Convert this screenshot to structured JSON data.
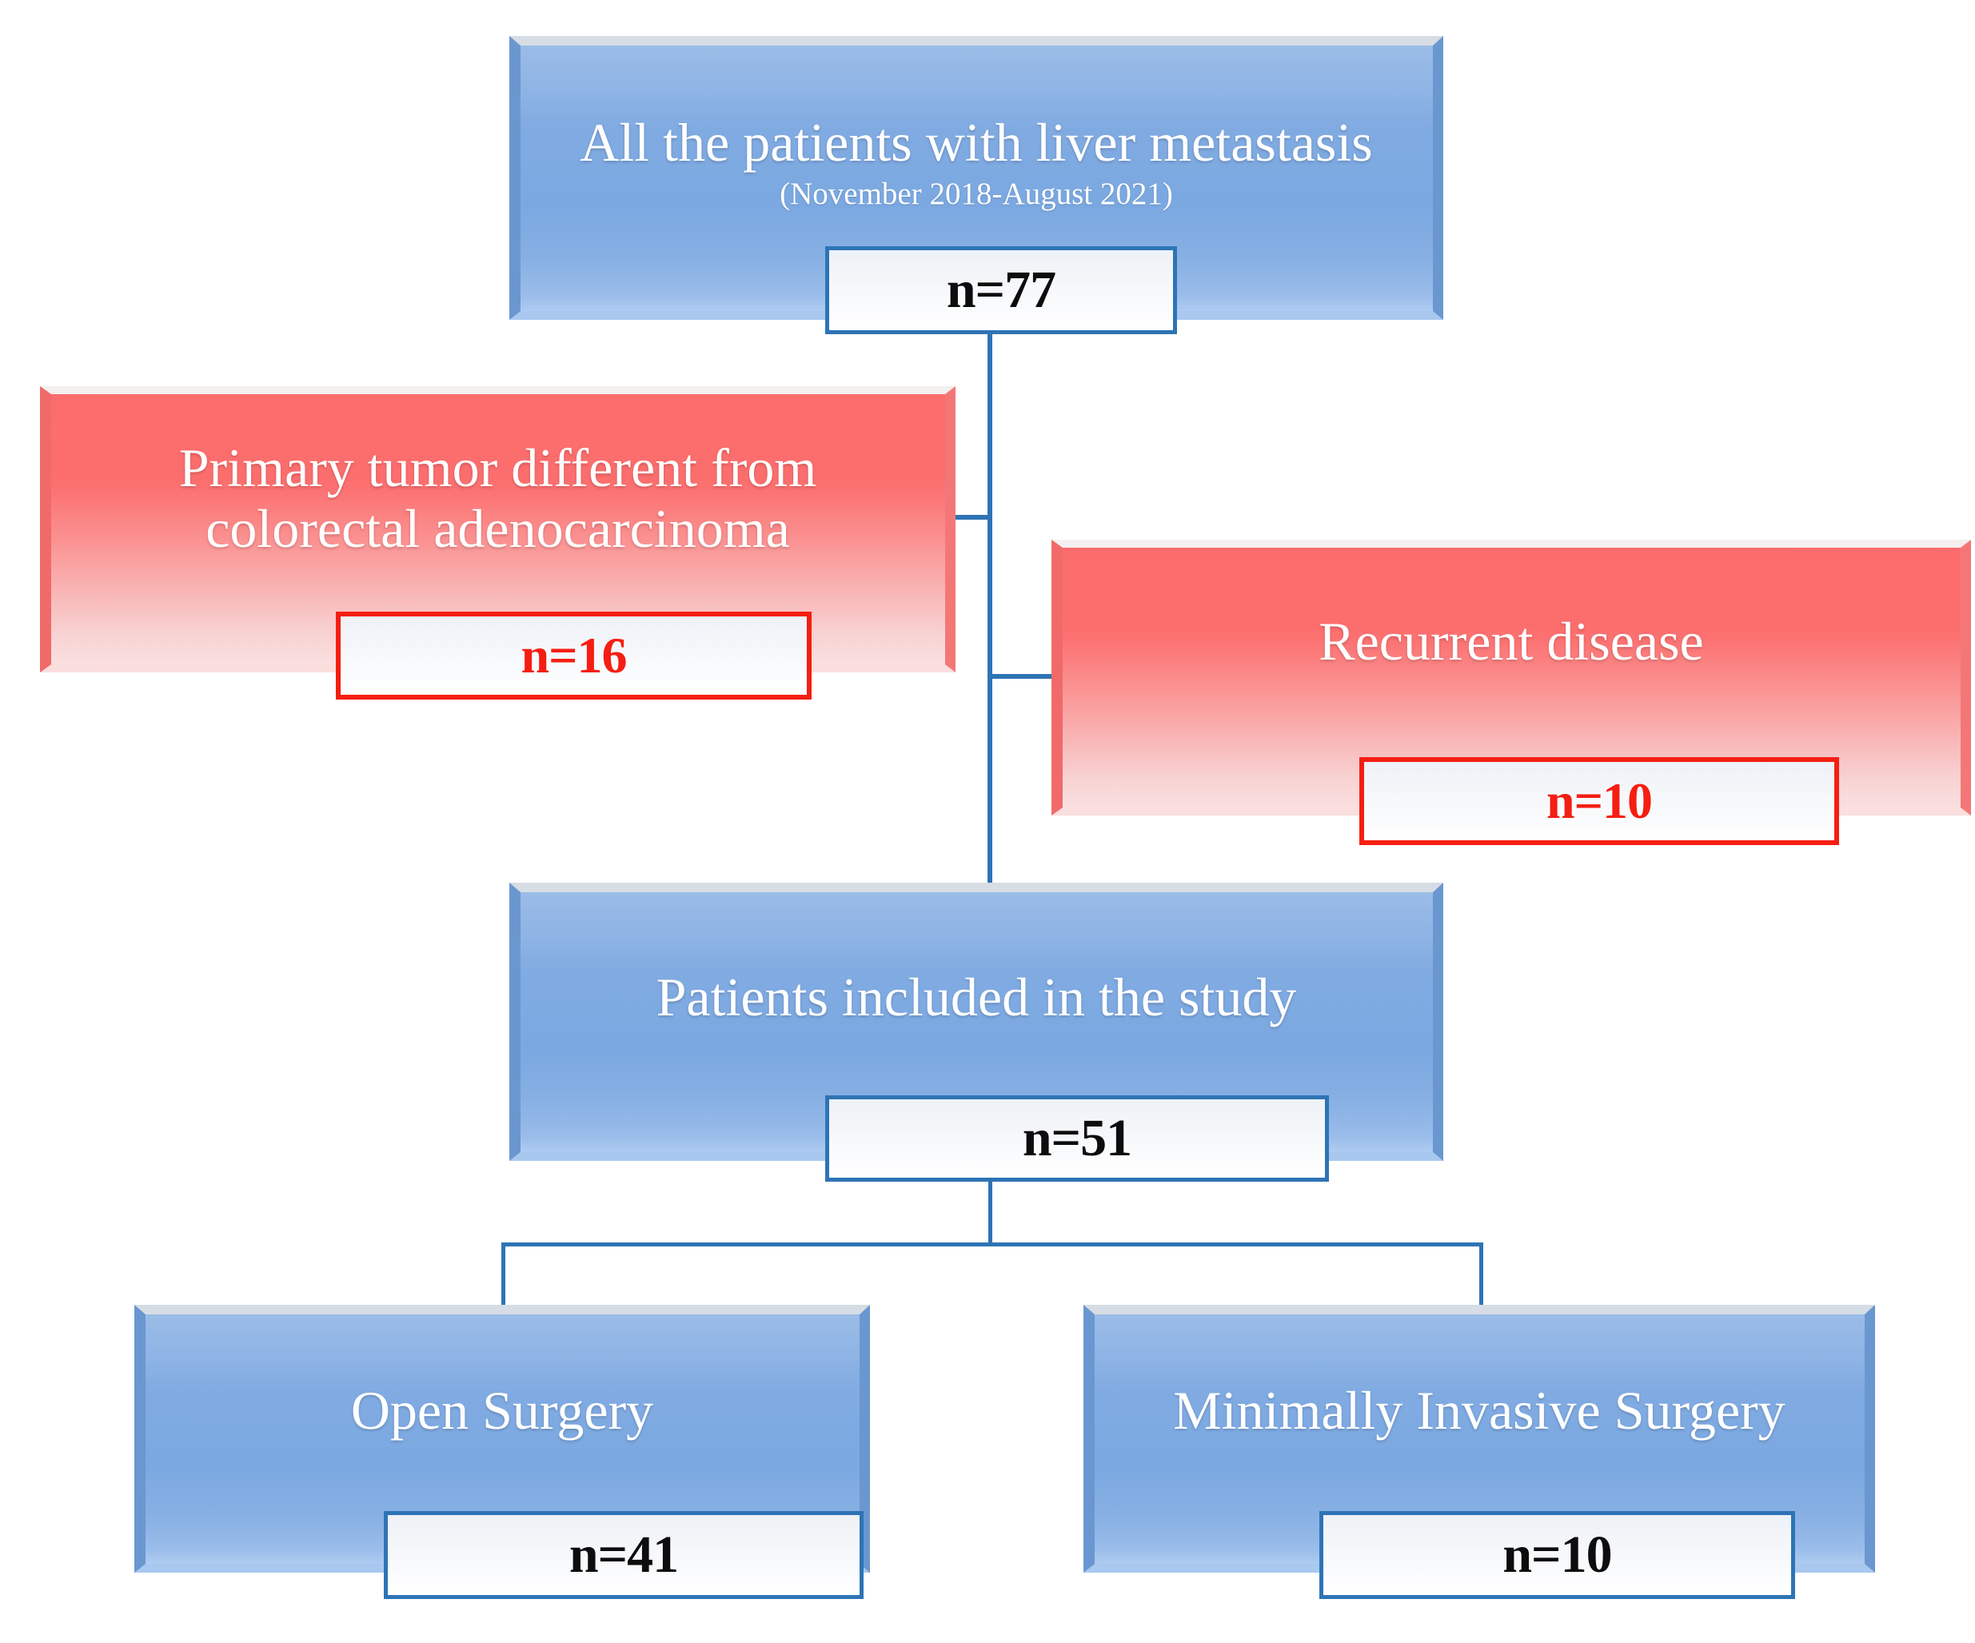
{
  "diagram": {
    "type": "patient-flow-chart",
    "accent_blue": "#2E74B5",
    "accent_red": "#f51e12",
    "box_blue": "#7ba8e1",
    "box_red": "#fc5a5a",
    "nodes": {
      "all_patients": {
        "title": "All the patients with liver metastasis",
        "subtitle": "(November 2018-August 2021)",
        "count_label": "n=77"
      },
      "primary_tumor_excluded": {
        "title": "Primary tumor different from colorectal adenocarcinoma",
        "count_label": "n=16"
      },
      "recurrent_disease_excluded": {
        "title": "Recurrent disease",
        "count_label": "n=10"
      },
      "included": {
        "title": "Patients included in the study",
        "count_label": "n=51"
      },
      "open_surgery": {
        "title": "Open Surgery",
        "count_label": "n=41"
      },
      "minimally_invasive_surgery": {
        "title": "Minimally Invasive Surgery",
        "count_label": "n=10"
      }
    }
  }
}
